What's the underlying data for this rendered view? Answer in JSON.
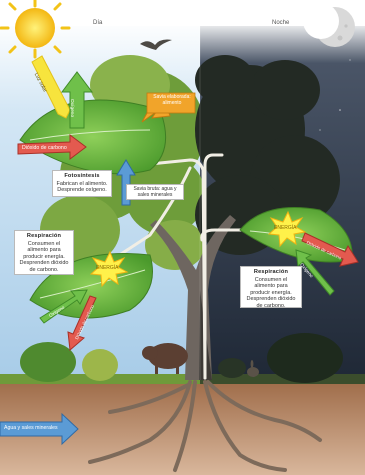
{
  "header": {
    "day": "Día",
    "night": "Noche"
  },
  "labels": {
    "sunlight": "Luz solar",
    "oxygen": "Oxígeno",
    "co2": "Dióxido de carbono",
    "elaborated_sap": "Savia elaborada: alimento",
    "raw_sap": "Savia bruta: agua y sales minerales",
    "energy": "ENERGÍA",
    "water_minerals": "Agua y sales minerales"
  },
  "photosynthesis": {
    "title": "Fotosíntesis",
    "text": "Fabrican el alimento. Desprende oxígeno."
  },
  "respiration_day": {
    "title": "Respiración",
    "text": "Consumen el alimento para producir energía. Desprenden dióxido de carbono."
  },
  "respiration_night": {
    "title": "Respiración",
    "text": "Consumen el alimento para producir energía. Desprenden dióxido de carbono."
  },
  "colors": {
    "day_sky": "#d9ebf7",
    "night_sky": "#2e3a4d",
    "leaf": "#66b33f",
    "oxygen_arrow": "#5fb247",
    "co2_arrow": "#d94a4a",
    "sap_arrow": "#f0a020",
    "raw_sap_arrow": "#5b9bd5",
    "soil": "#b07a55"
  }
}
